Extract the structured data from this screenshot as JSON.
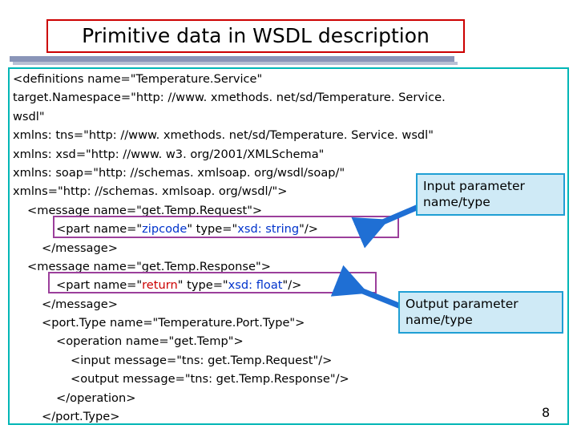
{
  "slide": {
    "title": "Primitive data in WSDL description",
    "page_number": "8",
    "colors": {
      "title_border": "#cc0000",
      "body_border": "#00b6b6",
      "callout_fill": "#cfeaf6",
      "callout_border": "#1f9fd4",
      "arrow": "#1f6fd4",
      "highlight_border": "#9b3f9b",
      "code_string": "#0033cc",
      "code_value": "#cc0000",
      "rule": "#8a95b8"
    }
  },
  "code": {
    "lines": [
      {
        "indent": 0,
        "segments": [
          {
            "t": "<definitions name=\"Temperature.Service\"",
            "c": "plain"
          }
        ]
      },
      {
        "indent": 0,
        "segments": [
          {
            "t": "target.Namespace=\"http: //www. xmethods. net/sd/Temperature. Service.",
            "c": "plain"
          }
        ]
      },
      {
        "indent": 0,
        "segments": [
          {
            "t": "wsdl\"",
            "c": "plain"
          }
        ]
      },
      {
        "indent": 0,
        "segments": [
          {
            "t": "xmlns: tns=\"http: //www. xmethods. net/sd/Temperature. Service. wsdl\"",
            "c": "plain"
          }
        ]
      },
      {
        "indent": 0,
        "segments": [
          {
            "t": "xmlns: xsd=\"http: //www. w3. org/2001/XMLSchema\"",
            "c": "plain"
          }
        ]
      },
      {
        "indent": 0,
        "segments": [
          {
            "t": "xmlns: soap=\"http: //schemas. xmlsoap. org/wsdl/soap/\"",
            "c": "plain"
          }
        ]
      },
      {
        "indent": 0,
        "segments": [
          {
            "t": "xmlns=\"http: //schemas. xmlsoap. org/wsdl/\">",
            "c": "plain"
          }
        ]
      },
      {
        "indent": 1,
        "segments": [
          {
            "t": "<message name=\"get.Temp.Request\">",
            "c": "plain"
          }
        ]
      },
      {
        "indent": 3,
        "segments": [
          {
            "t": "<part name=\"",
            "c": "plain"
          },
          {
            "t": "zipcode",
            "c": "blue"
          },
          {
            "t": "\" type=\"",
            "c": "plain"
          },
          {
            "t": "xsd: string",
            "c": "blue"
          },
          {
            "t": "\"/>",
            "c": "plain"
          }
        ]
      },
      {
        "indent": 2,
        "segments": [
          {
            "t": "</message>",
            "c": "plain"
          }
        ]
      },
      {
        "indent": 1,
        "segments": [
          {
            "t": "<message name=\"get.Temp.Response\">",
            "c": "plain"
          }
        ]
      },
      {
        "indent": 3,
        "segments": [
          {
            "t": "<part name=\"",
            "c": "plain"
          },
          {
            "t": "return",
            "c": "red"
          },
          {
            "t": "\" type=\"",
            "c": "plain"
          },
          {
            "t": "xsd: float",
            "c": "blue"
          },
          {
            "t": "\"/>",
            "c": "plain"
          }
        ]
      },
      {
        "indent": 2,
        "segments": [
          {
            "t": "</message>",
            "c": "plain"
          }
        ]
      },
      {
        "indent": 2,
        "segments": [
          {
            "t": "<port.Type name=\"Temperature.Port.Type\">",
            "c": "plain"
          }
        ]
      },
      {
        "indent": 3,
        "segments": [
          {
            "t": "<operation name=\"get.Temp\">",
            "c": "plain"
          }
        ]
      },
      {
        "indent": 4,
        "segments": [
          {
            "t": "<input message=\"tns: get.Temp.Request\"/>",
            "c": "plain"
          }
        ]
      },
      {
        "indent": 4,
        "segments": [
          {
            "t": "<output message=\"tns: get.Temp.Response\"/>",
            "c": "plain"
          }
        ]
      },
      {
        "indent": 3,
        "segments": [
          {
            "t": "</operation>",
            "c": "plain"
          }
        ]
      },
      {
        "indent": 2,
        "segments": [
          {
            "t": "</port.Type>",
            "c": "plain"
          }
        ]
      }
    ]
  },
  "callouts": {
    "input": "Input parameter name/type",
    "output": "Output parameter name/type"
  }
}
